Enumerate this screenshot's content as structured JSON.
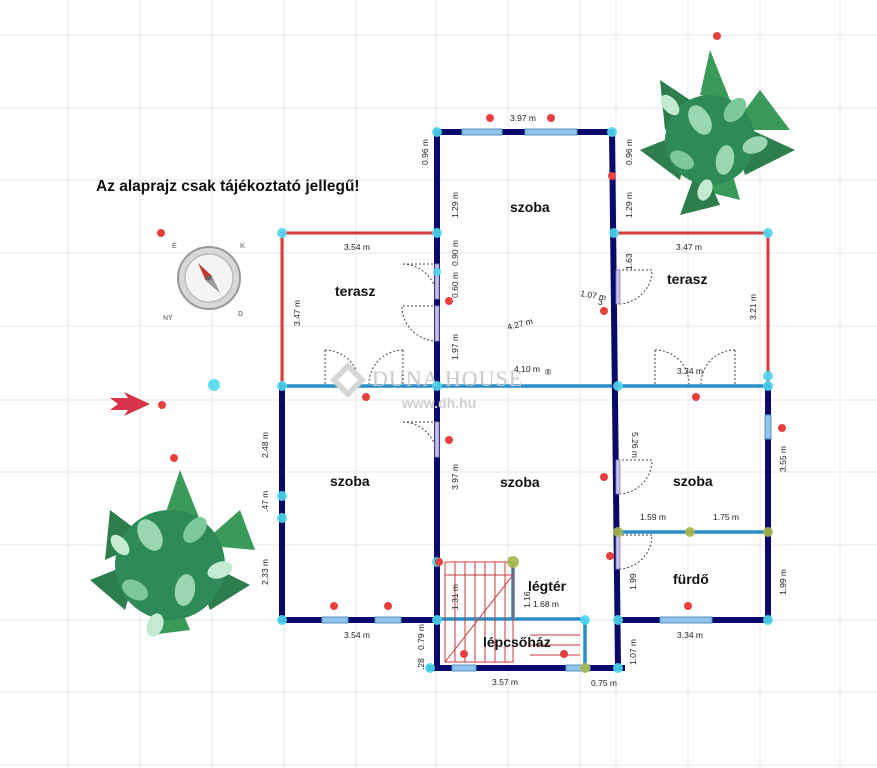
{
  "disclaimer": "Az alaprajz csak tájékoztató jellegű!",
  "watermark": {
    "brand": "DUNA HOUSE",
    "url": "www.dh.hu",
    "reg": "®"
  },
  "compass": {
    "north": "É",
    "east": "K",
    "south": "D",
    "west": "NY"
  },
  "rooms": {
    "szoba_top": "szoba",
    "terasz_left": "terasz",
    "terasz_right": "terasz",
    "szoba_left": "szoba",
    "szoba_center": "szoba",
    "szoba_right": "szoba",
    "legter": "légtér",
    "furdo": "fürdő",
    "lepcsohaz": "lépcsőház"
  },
  "dimensions": {
    "top_width": "3.97 m",
    "top_left_096": "0.96 m",
    "top_left_129": "1.29 m",
    "top_right_096": "0.96 m",
    "top_right_129": "1.29 m",
    "terasz_left_w": "3.54 m",
    "terasz_left_h": "3.47 m",
    "wall_090": "0.90 m",
    "wall_060": "0.60 m",
    "wall_197": "1.97 m",
    "diag_427": "4.27 m",
    "mid_410": "4.10 m",
    "terasz_right_w": "3.47 m",
    "terasz_right_h": "3.21 m",
    "r_163": "1.63",
    "r_107": "1.07 m",
    "r_3": "3",
    "r_334": "3.34 m",
    "left_248": "2.48 m",
    "left_047": ".47 m",
    "left_233": "2.33 m",
    "c_397": "3.97 m",
    "c_526": "5.26 m",
    "right_355": "3.55 m",
    "f_159": "1.59 m",
    "f_175": "1.75 m",
    "f_199a": "1.99",
    "f_199b": "1.99 m",
    "bottom_354": "3.54 m",
    "bottom_334": "3.34 m",
    "stair_131": "1.31 m",
    "stair_116": "1.16",
    "stair_168": "1.68 m",
    "stair_079": "0.79 m",
    "stair_028": ".28",
    "stair_107": "1.07 m",
    "bottom_357": "3.57 m",
    "bottom_075": "0.75 m"
  },
  "colors": {
    "wall": "#0a0a6a",
    "terrace_wall": "#d93a3a",
    "inner_wall": "#2a8fc8",
    "window": "#8fc4e8",
    "marker": "#e84040",
    "node": "#4fd8f0",
    "stair": "#c83a3a",
    "grid": "#e6e6e6"
  }
}
